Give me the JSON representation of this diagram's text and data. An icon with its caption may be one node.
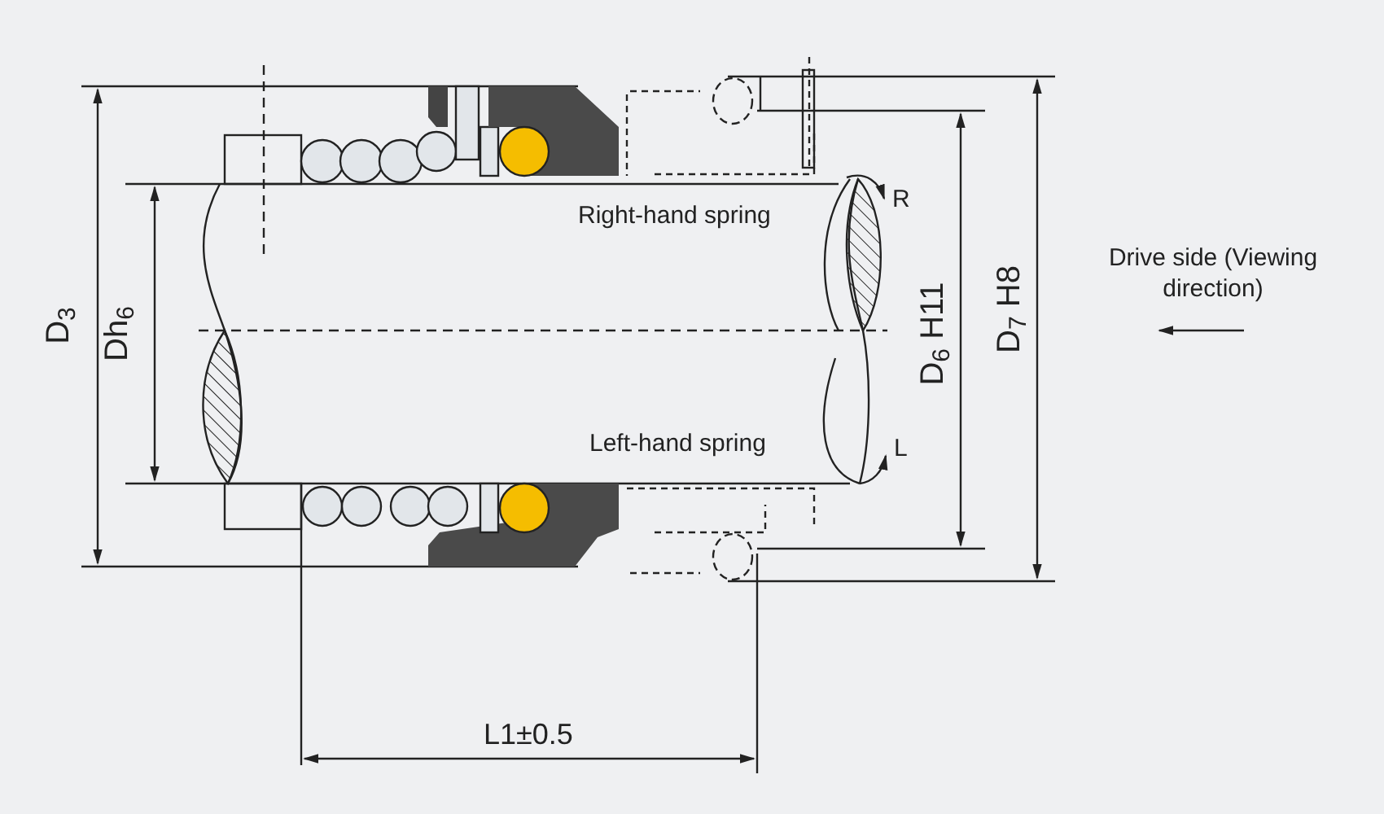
{
  "diagram": {
    "labels": [
      "D$_{3}$",
      "Dh$_{6}$",
      "Right-hand spring",
      "R",
      "Left-hand spring",
      "L",
      "D$_{6}$ H11",
      "D$_{7}$ H8",
      "Drive side (Viewing direction)",
      "L1±0.5"
    ]
  }
}
